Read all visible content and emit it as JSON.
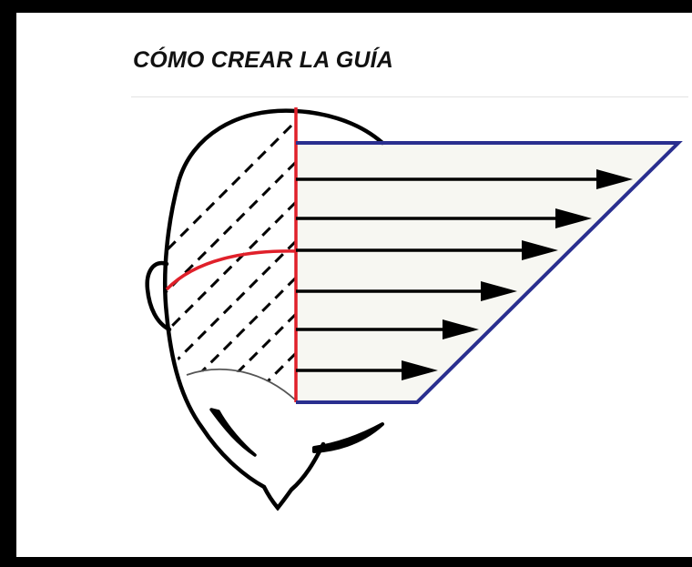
{
  "title": "CÓMO CREAR LA GUÍA",
  "colors": {
    "background": "#000000",
    "panel": "#ffffff",
    "outline": "#000000",
    "center_line": "#e0202a",
    "guide_triangle": "#2a2f8f",
    "triangle_fill": "#f7f7f2",
    "title_text": "#111111"
  },
  "diagram": {
    "subject": "head-top-view",
    "elements": [
      "head-outline",
      "ear-left",
      "center-part-line",
      "curved-part-line",
      "diagonal-dashed-sections",
      "guide-triangle",
      "projection-arrows",
      "eyebrows",
      "nose"
    ]
  }
}
